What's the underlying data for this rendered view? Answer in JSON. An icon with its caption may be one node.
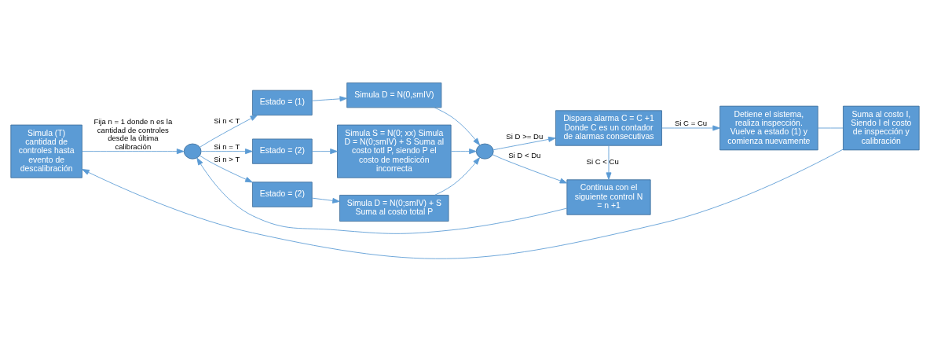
{
  "diagram": {
    "nodes": [
      {
        "text": [
          "Simula (T) cantidad de controles hasta evento de descalibración"
        ]
      },
      {
        "text": [],
        "shape": "circle"
      },
      {
        "text": [
          "Estado = (1)"
        ]
      },
      {
        "text": [
          "Estado = (2)"
        ]
      },
      {
        "text": [
          "Estado = (2)"
        ]
      },
      {
        "text": [
          "Simula D = N(0,smIV)"
        ]
      },
      {
        "text": [
          "Simula S = N(0; xx) Simula D = N(0;smIV) + S Suma al costo totl P, siendo P el costo de medicicón incorrecta"
        ]
      },
      {
        "text": [
          "Simula D = N(0;smIV) + S Suma al costo total P"
        ]
      },
      {
        "text": [],
        "shape": "circle"
      },
      {
        "text": [
          "Dispara alarma C = C +1 Donde C es un contador de alarmas consecutivas"
        ]
      },
      {
        "text": [
          "Continua con el siguiente control N = n +1"
        ]
      },
      {
        "text": [
          "Detiene el sistema, realiza inspección. Vuelve a estado (1) y comienza nuevamente"
        ]
      },
      {
        "text": [
          "Suma al costo I, Siendo I el costo de inspección y calibración"
        ]
      }
    ],
    "edges": [
      {
        "from": 0,
        "to": 1,
        "arrow": "to",
        "label": "Fija n = 1 donde n es la cantidad de controles desde la última calibración"
      },
      {
        "from": 1,
        "to": 2,
        "arrow": "to",
        "label": "Si n < T"
      },
      {
        "from": 1,
        "to": 3,
        "arrow": "to",
        "label": "Si n = T"
      },
      {
        "from": 1,
        "to": 4,
        "arrow": "to",
        "label": "Si n > T"
      },
      {
        "from": 2,
        "to": 5,
        "arrow": "to"
      },
      {
        "from": 3,
        "to": 6,
        "arrow": "to"
      },
      {
        "from": 4,
        "to": 7,
        "arrow": "to"
      },
      {
        "from": 5,
        "to": 8,
        "arrow": "to"
      },
      {
        "from": 6,
        "to": 8,
        "arrow": "to"
      },
      {
        "from": 7,
        "to": 8,
        "arrow": "to"
      },
      {
        "from": 8,
        "to": 9,
        "arrow": "to",
        "label": "Si D >= Du"
      },
      {
        "from": 8,
        "to": 10,
        "arrow": "to",
        "label": "Si D < Du"
      },
      {
        "from": 9,
        "to": 10,
        "arrow": "to",
        "label": "Si C < Cu"
      },
      {
        "from": 9,
        "to": 11,
        "arrow": "to",
        "label": "Si C = Cu"
      },
      {
        "from": 10,
        "to": 1,
        "arrow": "to"
      },
      {
        "from": 11,
        "to": 12,
        "arrow": "none"
      },
      {
        "from": 12,
        "to": 0,
        "arrow": "to"
      }
    ]
  }
}
